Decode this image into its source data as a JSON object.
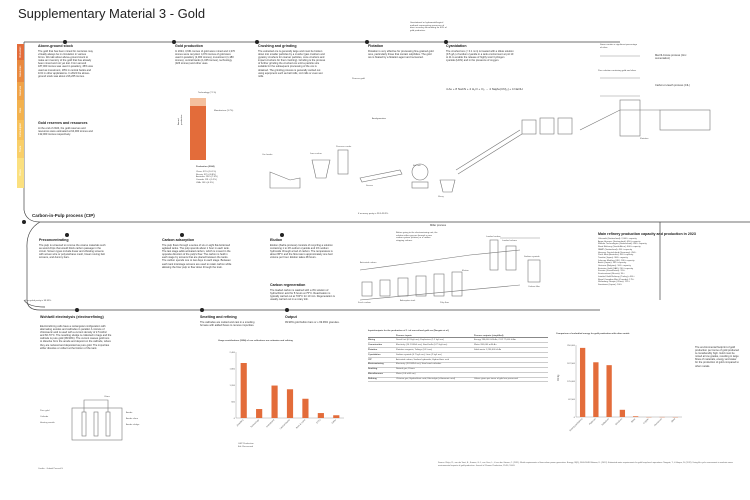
{
  "page": {
    "title": "Supplementary Material 3 - Gold",
    "credits": "Credits: · Gabriel Pascoal S.",
    "reference": "Source: Kleijn, R., van der Voet, E., Kramer, G.J., van Oers, L., & van der Giesen, C. (2011). Metal requirements of low-carbon power generation. Energy, 36(9), 5640-5648. Bleiwas, D. (2012). Estimated water requirements for gold heap-leach operations. Norgate, T., & Haque, N. (2012). Using life cycle assessment to evaluate some environmental impacts of gold production. Journal of Cleaner Production, 29-30, 53-63."
  },
  "bands": [
    {
      "label": "Production",
      "color": "#e36c3a"
    },
    {
      "label": "Resources",
      "color": "#e9893f"
    },
    {
      "label": "Reserves",
      "color": "#f0a348"
    },
    {
      "label": "Ores",
      "color": "#f3b24e"
    },
    {
      "label": "Consumption",
      "color": "#f7c15a"
    },
    {
      "label": "Trade",
      "color": "#f9cf69"
    },
    {
      "label": "Prices",
      "color": "#fbe07f"
    }
  ],
  "sec_above": {
    "title": "Above-ground stock",
    "text": "The gold that has been mined for centuries may virtually always be in circulation in various forms. We talk about above-ground stock to make an inventory of the gold that has already been mined and not yet lost. From around 187,000 tonnes was used in jewellery, 45% was used as investment, 18% in central banks and 11% in other applications. In 2024 the above-ground stock was about 216,265 tonnes."
  },
  "sec_reserves": {
    "title": "Gold reserves and resources",
    "text": "At the end of 2024, the gold reserves and resources were estimated at 64,000 tonnes and 132,000 tonnes respectively."
  },
  "sec_production": {
    "title": "Gold production",
    "text": "In 2024, 3,661 tonnes of gold were mined and 1,370 tonnes were recycled. 4,974 tonnes of gold were used in jewellery (2,000 tonnes), investment (1,180 tonnes), central banks (1,045 tonnes), technology (326 tonnes) and other uses.",
    "chart_title": "Technology (7.1%)",
    "bar_label": "Annual production",
    "legend": "Manufacture (3.7%)",
    "list_title": "Production (2024)",
    "list": [
      "China: 370 t (10.1%)",
      "Russia: 321 t (8.8%)",
      "Australia: 290 t (7.9%)",
      "Canada: 191 t (5.2%)",
      "USA: 158 t (4.3%)"
    ]
  },
  "sec_crushing": {
    "title": "Crushing and grinding",
    "text": "The extracted ore is generally large and must be broken down into smaller particles by a crusher (jaw crushers and gyratory crushers for coarser particles, cone crushers and impact crushers for finer crushing). Grinding is the process of further grinding the crushed ore until a particle size suitable for the subsequent processing of the ore is obtained. The grinding process is generally carried out using equipment such as ball mills, rod mills or even wet mills."
  },
  "sec_flotation": {
    "title": "Flotation",
    "text": "Flotation is very effective for processing fine-grained gold ores, particularly those that contain sulphides. The gold ore is floated by a flotation agent and recovered."
  },
  "sec_cyanidation": {
    "title": "Cyanidation",
    "text": "The crushed ore (< 0.1 mm) is treated with a dilute solution (0.5 g/L) of sodium cyanide in a tank environment at pH 10 to 11 to enable the release of highly toxic hydrogen cyanide (HCN) and in the presence of oxygen.",
    "equation": "4 Au + 8 NaCN + 2 H₂O + O₂ → 4 Na[Au(CN)₂] + 4 NaOH"
  },
  "notes": {
    "gravity": "Gravitational or hydrometallurgical methods representing processes of direct recovery. Accounting for 60% of gold production.",
    "merrill": "Merrill-Crowe process (zinc cementation)",
    "carbon": "Carbon-in-leach process (CIL)",
    "significant": "Some contain a significant percentage of silver",
    "pure_solution": "Pure solution containing gold and silver",
    "amalgamation": "Amalgamation",
    "process_gold": "Process gold"
  },
  "equipment": [
    "Ore feeder",
    "Jaw crusher",
    "Pressure cooler",
    "Screen",
    "Ball mill",
    "Slurry",
    "Flotation"
  ],
  "cip": {
    "title": "Carbon-in-Pulp process (CIP)",
    "recovery_note": "If recovery purity is 99.5-99.9%",
    "preconc_title": "Preconcentrating",
    "preconc_text": "The pulp is screened to remove the coarse materials such as wood chips that would block carbon passage in the circuit. Screen types include linear and vibrating screens with woven wire or polyurethane mesh, linear moving belt screens, and dummy bars.",
    "adsorption_title": "Carbon adsorption",
    "adsorption_text": "The pulp flows through a series of six or eight flat-bottomed agitated tanks. The pulp spends about 1 hour in each tank. The last stage adds activated carbon, which is moved in the opposite direction of the pulp's flow. The carbon is held in each stage by screens that are placed between the tanks. The carbon spends one to two days in each stage. Between each tank interstage screens are used to retain carbon while allowing the finer pulp to flow down through the train.",
    "elution_title": "Elution",
    "elution_text": "Elution (Zadra process) consists of recycling a solution containing 1 to 2% sodium cyanide and 1% sodium hydroxide through a bed of carbon. The temperature is about 95°C and the flow rate is approximately one bed volume per hour. Elution takes 48 hours.",
    "regen_title": "Carbon regeneration",
    "regen_text": "The loaded carbon is washed with a 3% solution of hydrochloric acid for 8 hours at 75°C. Reactivation is typically carried out at 700°C for 10 min. Regeneration is usually carried out in a rotary kiln.",
    "miller": "Miller process",
    "recycled_note": "If recycled purity is 99.99%",
    "diagram_labels": [
      "Activated carbon",
      "Adsorption tank",
      "Loaded carbon",
      "Elution",
      "Loaded column",
      "Carbon filter",
      "Fresh carbon",
      "Sodium cyanide",
      "Pulp flow"
    ],
    "refining_note": "Before going to the electrowinning unit, the solution either passes through a pure carbon system (elution) or a carbon stripping column."
  },
  "refineries": {
    "title": "Main refinery production capacity and production in 2023",
    "items": [
      "Valcambi (Switzerland): 2,000 t capacity",
      "Argor-Heraeus (Switzerland): 450 t capacity",
      "Metalor Technologies (Switzerland): 650 t capacity",
      "Rand Refinery (South Africa): 600 t capacity",
      "PAMP (Switzerland): 450 t capacity",
      "Heraeus Deutschland (Germany): 450 t",
      "Perth Mint (Australia): 400 t capacity",
      "Tanaka (Japan): 360 t capacity",
      "Johnson Matthey (UK): 180 t capacity",
      "Asahi (Japan): 300 t capacity",
      "Umicore (Belgium): 100 t capacity",
      "Emirates Gold (UAE): 200 t capacity",
      "Kazzinc (Kazakhstan): 115 t",
      "Krastsvetmet (Russia): 90 t",
      "Istanbul Gold Refinery (Turkey): 400 t",
      "Royal Canadian Mint (Canada): 175 t",
      "Shandong Zhaojin (China): 120 t",
      "Sumitomo (Japan): 100 t"
    ]
  },
  "electro": {
    "title": "Wohlwill electrolysis (electrorefining)",
    "text": "Electrorefining cells have a rectangular configuration with alternating anodes and cathodes in parallel. A mixture of chloroauric acid is used with a current density of 2.5 A/dm² and 60-70°C. The resulting sludge is collected in bags and the cathode is pure gold (99.99%). The current causes gold ions to dissolve from the anode and deposit on the cathode, where they are reduced and deposited as pure gold. The impurities either dissolve or collect at the bottom of the tank.",
    "labels": [
      "Pure gold",
      "Cathode",
      "Heating mantle",
      "Anode",
      "Anode slime",
      "Anode sludge",
      "Ohms"
    ]
  },
  "smelting": {
    "title": "Smelting and refining",
    "text": "The cathodes are melted and cast in a smelting furnace with added fluxes to remove impurities."
  },
  "output": {
    "title": "Output",
    "text": "99.99% gold bullion bars or ≥ 99.99% granules."
  },
  "chart_data": [
    {
      "type": "bar",
      "title": "Usage contributions (2024) of use collections are estimates and refining",
      "categories": [
        "Jewellery",
        "Technology",
        "Investment",
        "Central banks",
        "Bars & coins",
        "ETFs",
        "Other"
      ],
      "values": [
        2000,
        326,
        1180,
        1045,
        700,
        180,
        100
      ],
      "ylabel": "",
      "ylim": [
        0,
        2400
      ],
      "legend": [
        "GSP Production",
        "EoL Recovered"
      ],
      "color": "#e36c3a"
    },
    {
      "type": "bar",
      "title": "Comparison of embodied energy for gold production with other metals",
      "categories": [
        "Gold (cyanidation)",
        "Platinum",
        "Palladium",
        "Rhodium",
        "Silver",
        "Copper",
        "Aluminium",
        "Steel"
      ],
      "values": [
        240000,
        190000,
        180000,
        25000,
        2500,
        60,
        200,
        25
      ],
      "ylabel": "MJ/kg",
      "ylim": [
        0,
        250000
      ],
      "color": "#e36c3a"
    }
  ],
  "table": {
    "title": "Inputs/outputs for the production of 1 t of non-refined gold ore (Norgate et al.)",
    "col_inputs": "Process inputs",
    "col_outputs": "Process outputs (simplified)",
    "rows": [
      {
        "stage": "Mining",
        "inputs": "Diesel fuel (6.3 kg/t ore); Explosives (1.2 kg/t ore)",
        "outputs": "Energy 196,000 GJ/t Au; CO2 77,000 t/t Au"
      },
      {
        "stage": "Comminution",
        "inputs": "Electricity (14.1 kWh/t ore); Steel balls (0.71 kg/t ore)",
        "outputs": "Water 260,000 m3/t Au"
      },
      {
        "stage": "Flotation",
        "inputs": "Flotation reagents; Tailings (0.8 t ore)",
        "outputs": "Solid waste 1,250,000 t/t Au"
      },
      {
        "stage": "Cyanidation",
        "inputs": "Sodium cyanide (0.7 kg/t ore); Lime (2 kg/t ore)",
        "outputs": ""
      },
      {
        "stage": "CIP",
        "inputs": "Activated carbon; Sodium hydroxide; Hydrochloric acid",
        "outputs": ""
      },
      {
        "stage": "Electrowinning",
        "inputs": "Electricity (3.8 kWh/t ore); Steel wool cathodes",
        "outputs": ""
      },
      {
        "stage": "Smelting",
        "inputs": "Natural gas; Fluxes",
        "outputs": ""
      },
      {
        "stage": "Miscellaneous",
        "inputs": "Water (0.6 m3/t ore)",
        "outputs": ""
      },
      {
        "stage": "Refining",
        "inputs": "Chlorine gas; Hydrochloric acid; Electrolyte (chloroauric acid)",
        "outputs": "Values given per tonne of gold ore processed"
      }
    ]
  },
  "footprint": {
    "text": "The environmental footprint of gold production per tonne of gold produced is considerably high. Gold must be mined at low grades, resulting in large flows of materials, energy and water for the production of gold compared to other metals."
  }
}
